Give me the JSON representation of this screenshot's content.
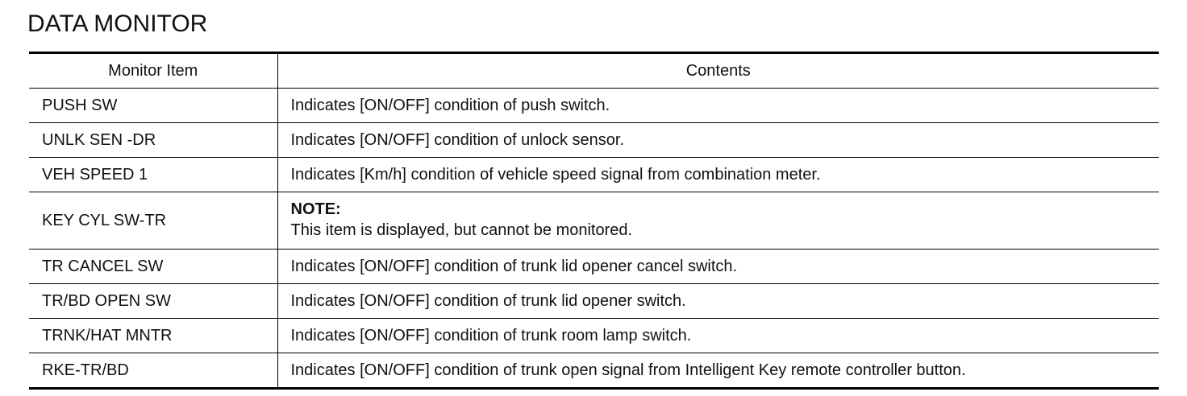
{
  "title": "DATA MONITOR",
  "table": {
    "headers": [
      "Monitor Item",
      "Contents"
    ],
    "rows": [
      {
        "item": "PUSH SW",
        "contents": "Indicates [ON/OFF] condition of push switch."
      },
      {
        "item": "UNLK SEN -DR",
        "contents": "Indicates [ON/OFF] condition of unlock sensor."
      },
      {
        "item": "VEH SPEED 1",
        "contents": "Indicates [Km/h] condition of vehicle speed signal from combination meter."
      },
      {
        "item": "KEY CYL SW-TR",
        "note_label": "NOTE:",
        "contents": "This item is displayed, but cannot be monitored."
      },
      {
        "item": "TR CANCEL SW",
        "contents": "Indicates [ON/OFF] condition of trunk lid opener cancel switch."
      },
      {
        "item": "TR/BD OPEN SW",
        "contents": "Indicates [ON/OFF] condition of trunk lid opener switch."
      },
      {
        "item": "TRNK/HAT MNTR",
        "contents": "Indicates [ON/OFF] condition of trunk room lamp switch."
      },
      {
        "item": "RKE-TR/BD",
        "contents": "Indicates [ON/OFF] condition of trunk open signal from Intelligent Key remote controller button."
      }
    ]
  }
}
